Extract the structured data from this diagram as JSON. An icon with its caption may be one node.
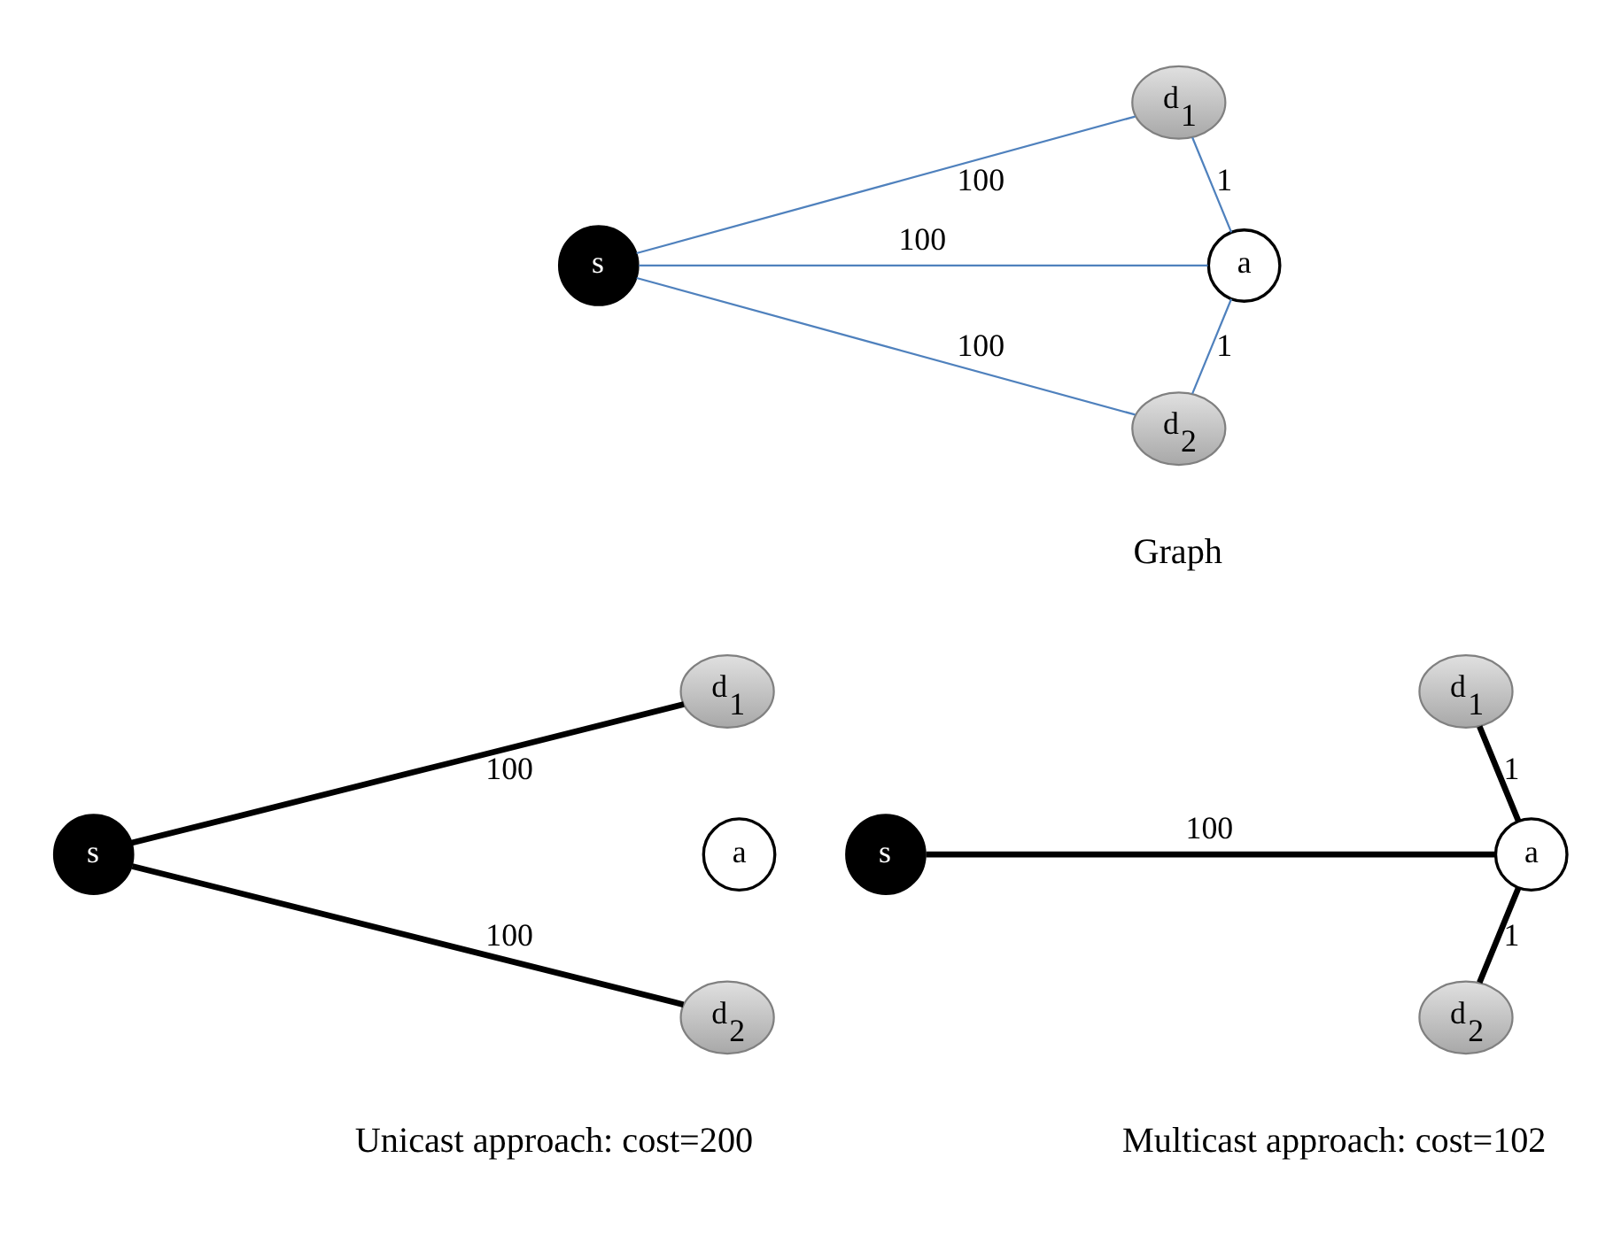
{
  "diagram": {
    "nodes": [
      {
        "text": [
          "s"
        ]
      },
      {
        "text": [
          "d$_{1}$"
        ]
      },
      {
        "text": [
          "a"
        ]
      },
      {
        "text": [
          "d$_{2}$"
        ]
      },
      {
        "text": [
          "s"
        ]
      },
      {
        "text": [
          "d$_{1}$"
        ]
      },
      {
        "text": [
          "a"
        ]
      },
      {
        "text": [
          "d$_{2}$"
        ]
      },
      {
        "text": [
          "s"
        ]
      },
      {
        "text": [
          "d$_{1}$"
        ]
      },
      {
        "text": [
          "a"
        ]
      },
      {
        "text": [
          "d$_{2}$"
        ]
      }
    ],
    "edges": [
      {
        "from": 0,
        "to": 1,
        "arrow": "none",
        "label": "100",
        "color": "#4f81bd"
      },
      {
        "from": 0,
        "to": 2,
        "arrow": "none",
        "label": "100",
        "color": "#4f81bd"
      },
      {
        "from": 0,
        "to": 3,
        "arrow": "none",
        "label": "100",
        "color": "#4f81bd"
      },
      {
        "from": 2,
        "to": 1,
        "arrow": "none",
        "label": "1",
        "color": "#4f81bd"
      },
      {
        "from": 2,
        "to": 3,
        "arrow": "none",
        "label": "1",
        "color": "#4f81bd"
      },
      {
        "from": 4,
        "to": 5,
        "arrow": "none",
        "label": "100",
        "style": "thick",
        "color": "#000000"
      },
      {
        "from": 4,
        "to": 7,
        "arrow": "none",
        "label": "100",
        "style": "thick",
        "color": "#000000"
      },
      {
        "from": 8,
        "to": 10,
        "arrow": "none",
        "label": "100",
        "style": "thick",
        "color": "#000000"
      },
      {
        "from": 10,
        "to": 9,
        "arrow": "none",
        "label": "1",
        "style": "thick",
        "color": "#000000"
      },
      {
        "from": 10,
        "to": 11,
        "arrow": "none",
        "label": "1",
        "style": "thick",
        "color": "#000000"
      }
    ],
    "labels": [
      "Graph",
      "Unicast approach: cost=200",
      "Multicast approach: cost=102"
    ]
  }
}
